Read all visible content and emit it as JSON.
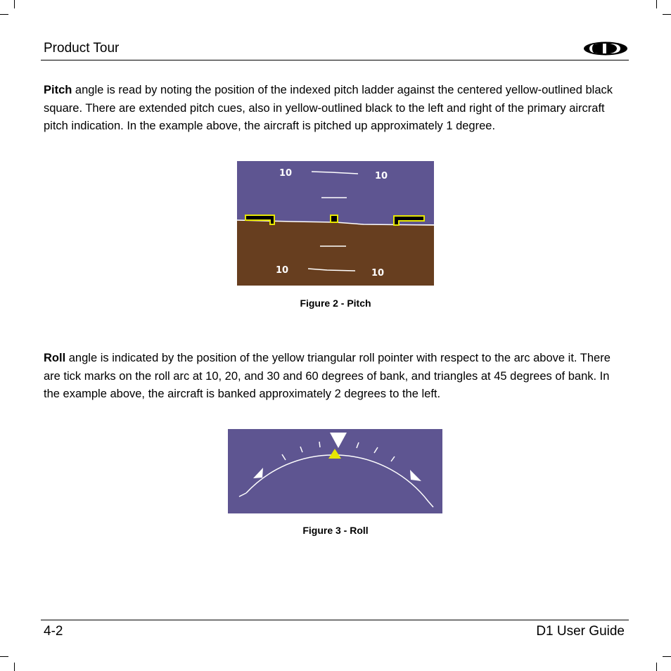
{
  "header": {
    "title": "Product Tour",
    "logo_icon": "d1-logo-icon"
  },
  "pitch_paragraph": {
    "term": "Pitch",
    "text": " angle is read by noting the position of the indexed pitch ladder against the centered yellow-outlined black square. There are extended pitch cues, also in yellow-outlined black to the left and right of the primary aircraft pitch indication. In the example above, the aircraft is pitched up approximately 1 degree."
  },
  "pitch_figure": {
    "upper_left_label": "10",
    "upper_right_label": "10",
    "lower_left_label": "10",
    "lower_right_label": "10",
    "sky_color": "#5e5591",
    "ground_color": "#673e1f",
    "cue_color": "#e6e600",
    "caption": "Figure 2 - Pitch"
  },
  "roll_paragraph": {
    "term": "Roll",
    "text": " angle is indicated by the position of the yellow triangular roll pointer with respect to the arc above it. There are tick marks on the roll arc at 10, 20, and 30 and 60 degrees of bank, and triangles at 45 degrees of bank. In the example above, the aircraft is banked approximately 2 degrees to the left."
  },
  "roll_figure": {
    "background_color": "#5e5591",
    "pointer_color": "#e6e600",
    "caption": "Figure 3 - Roll"
  },
  "footer": {
    "page_number": "4-2",
    "guide_title": "D1 User Guide"
  }
}
